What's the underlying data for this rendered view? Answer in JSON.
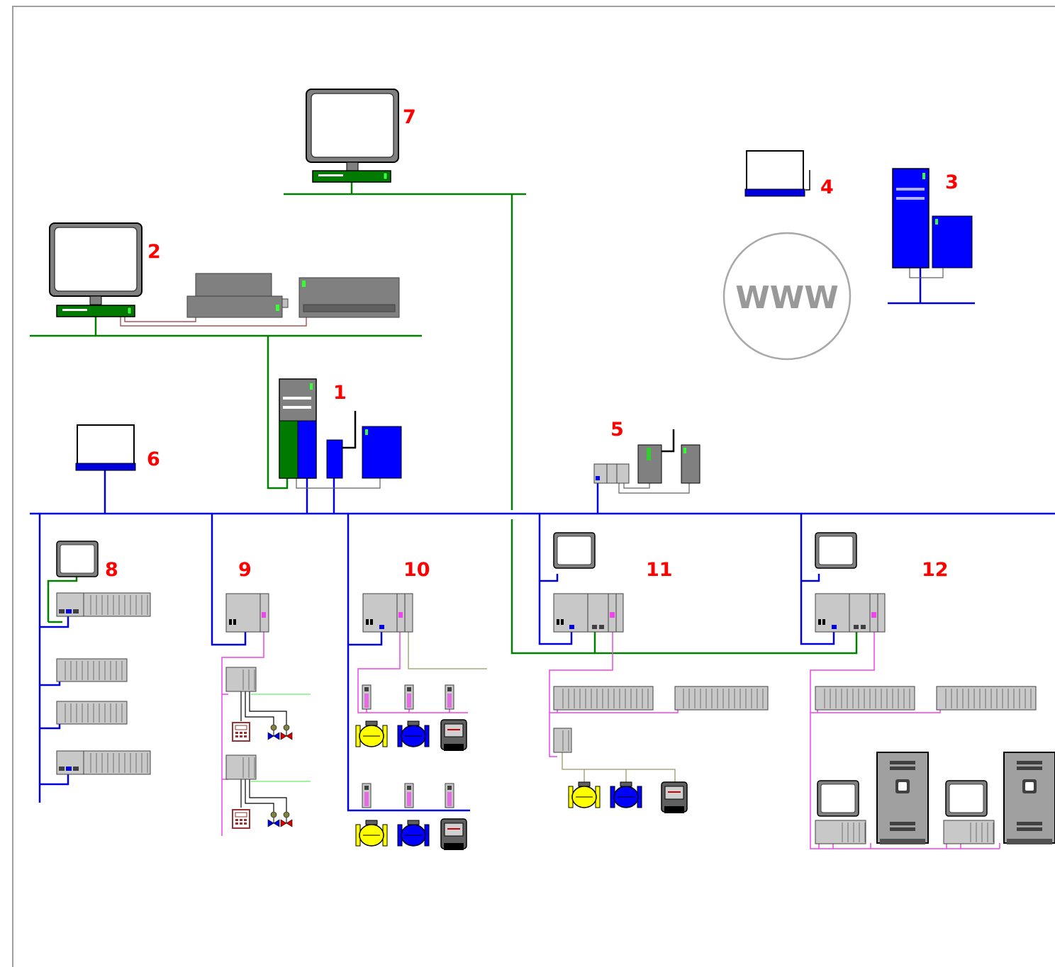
{
  "colors": {
    "ethernet_blue": "#0000dd",
    "office_green": "#008000",
    "fieldbus_magenta": "#ee44ee",
    "label_red": "#ff0000",
    "device_gray": "#c0c0c0",
    "pc_blue": "#0000ff",
    "pc_green": "#007a00",
    "www_gray": "#999999"
  },
  "labels": {
    "n1": "1",
    "n2": "2",
    "n3": "3",
    "n4": "4",
    "n5": "5",
    "n6": "6",
    "n7": "7",
    "n8": "8",
    "n9": "9",
    "n10": "10",
    "n11": "11",
    "n12": "12"
  },
  "internet": {
    "text": "WWW"
  },
  "icons": [
    "monitor-icon",
    "workstation-icon",
    "printer-icon",
    "server-icon",
    "laptop-icon",
    "antenna-icon",
    "plc-rack-icon",
    "io-module-icon",
    "flow-meter-icon",
    "electricity-meter-icon",
    "valve-icon",
    "controller-panel-icon",
    "cabinet-icon",
    "globe-icon"
  ]
}
